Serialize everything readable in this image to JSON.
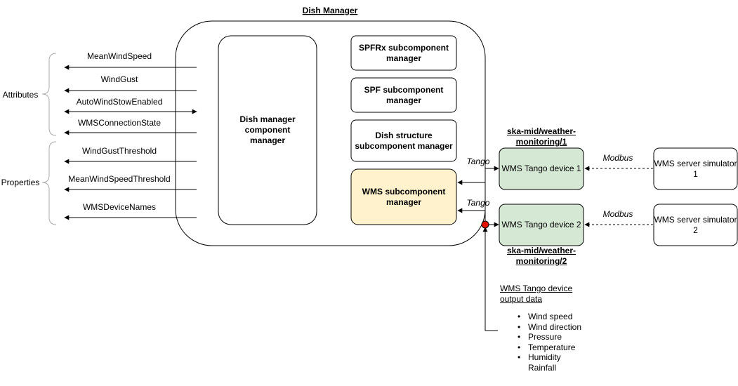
{
  "title": "Dish Manager",
  "groups": {
    "attributes_label": "Attributes",
    "properties_label": "Properties"
  },
  "attributes": [
    "MeanWindSpeed",
    "WindGust",
    "AutoWindStowEnabled",
    "WMSConnectionState"
  ],
  "properties": [
    "WindGustThreshold",
    "MeanWindSpeedThreshold",
    "WMSDeviceNames"
  ],
  "boxes": {
    "dish_manager_cm": "Dish manager component manager",
    "spfrx": "SPFRx subcomponent manager",
    "spf": "SPF subcomponent manager",
    "dish_structure": "Dish structure subcomponent manager",
    "wms": "WMS subcomponent manager",
    "wms_device_1": "WMS Tango device 1",
    "wms_device_2": "WMS Tango device 2",
    "wms_sim_1": "WMS server simulator 1",
    "wms_sim_2": "WMS server simulator 2"
  },
  "device_names": {
    "device_1": "ska-mid/weather-monitoring/1",
    "device_2": "ska-mid/weather-monitoring/2"
  },
  "protocols": {
    "tango_1": "Tango",
    "tango_2": "Tango",
    "modbus_1": "Modbus",
    "modbus_2": "Modbus"
  },
  "output": {
    "title": "WMS Tango device output data",
    "items": [
      "Wind speed",
      "Wind direction",
      "Pressure",
      "Temperature",
      "Humidity",
      "Rainfall"
    ]
  },
  "colors": {
    "wms_fill": "#fff2cc",
    "wms_stroke": "#d6b656",
    "device_fill": "#d5e8d4",
    "device_stroke": "#82b366",
    "junction": "#e51400"
  }
}
